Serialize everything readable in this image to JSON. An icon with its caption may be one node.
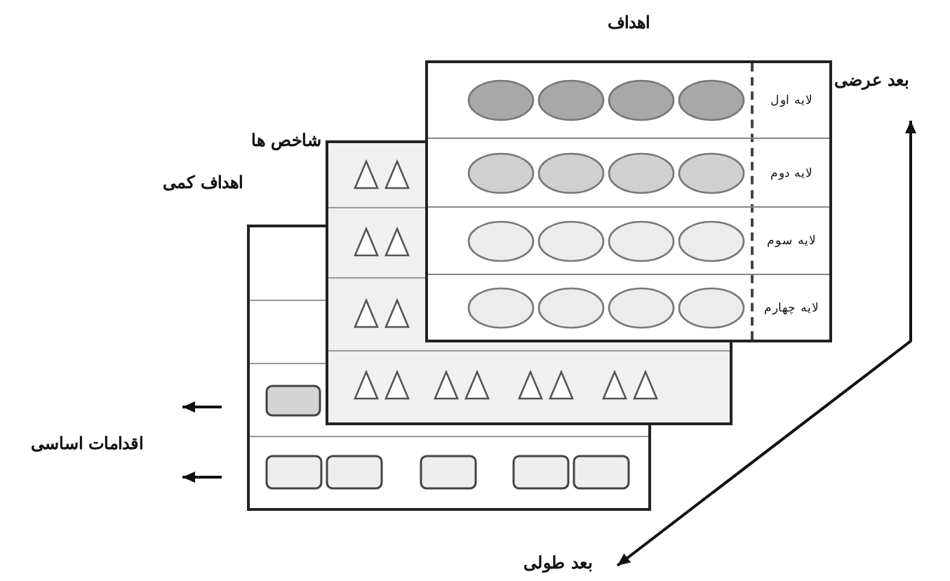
{
  "diagram": {
    "nodes": [
      {
        "text": [
          "اهداف"
        ]
      },
      {
        "text": [
          "لایه اول"
        ],
        "in": 0
      },
      {
        "text": [
          "لایه دوم"
        ],
        "in": 0
      },
      {
        "text": [
          "لایه سوم"
        ],
        "in": 0
      },
      {
        "text": [
          "لایه چهارم"
        ],
        "in": 0
      },
      {
        "text": [
          "شاخص ها"
        ]
      },
      {
        "text": [
          "اهداف کمی"
        ]
      }
    ],
    "labels": [
      "بعد عرضی",
      "اقدامات اساسی",
      "بعد طولی"
    ]
  }
}
